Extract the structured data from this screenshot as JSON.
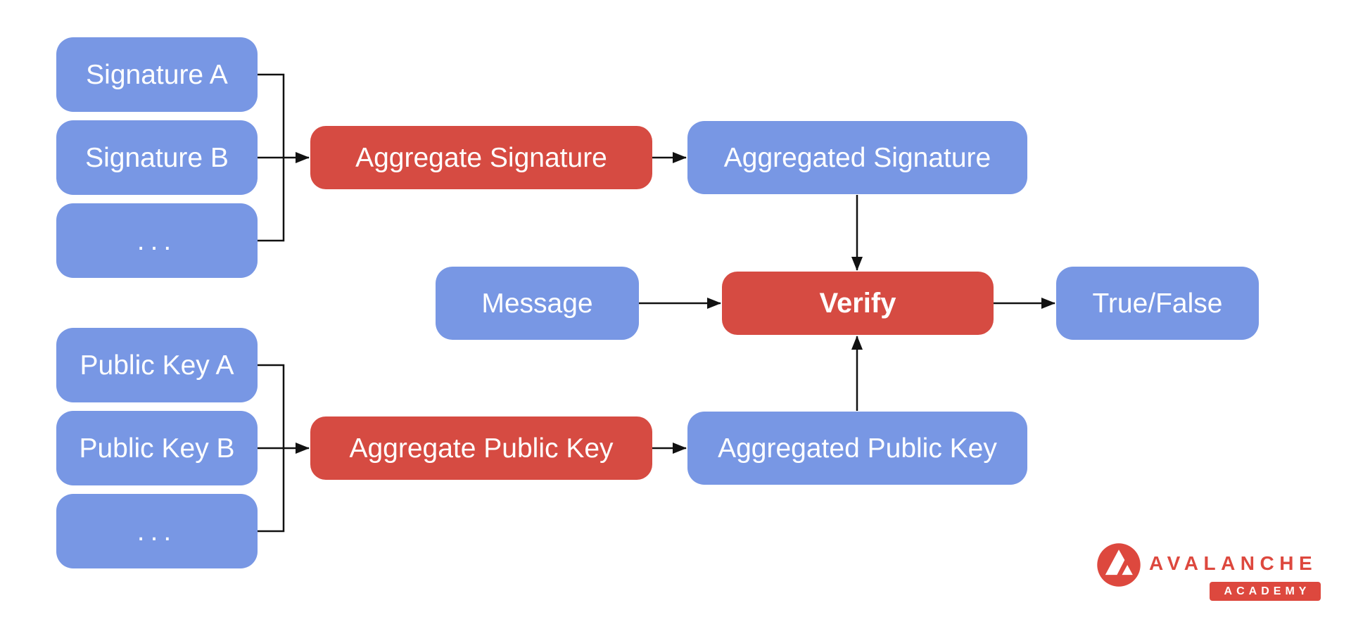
{
  "diagram": {
    "title_hint": "BLS signature aggregation and verification flow",
    "colors": {
      "background": "#ffffff",
      "input_node_blue": "#7897e4",
      "process_node_red": "#d64b42",
      "node_text": "#ffffff",
      "connector_black": "#111111",
      "logo_red": "#dd483e"
    },
    "nodes": {
      "signature_a": {
        "label": "Signature A"
      },
      "signature_b": {
        "label": "Signature B"
      },
      "signature_more": {
        "label": "..."
      },
      "aggregate_signature": {
        "label": "Aggregate Signature"
      },
      "aggregated_signature": {
        "label": "Aggregated Signature"
      },
      "message": {
        "label": "Message"
      },
      "verify": {
        "label": "Verify"
      },
      "true_false": {
        "label": "True/False"
      },
      "public_key_a": {
        "label": "Public Key A"
      },
      "public_key_b": {
        "label": "Public Key B"
      },
      "public_key_more": {
        "label": "..."
      },
      "aggregate_public_key": {
        "label": "Aggregate Public Key"
      },
      "aggregated_public_key": {
        "label": "Aggregated Public Key"
      }
    },
    "logo": {
      "brand": "AVALANCHE",
      "sub": "ACADEMY"
    }
  }
}
